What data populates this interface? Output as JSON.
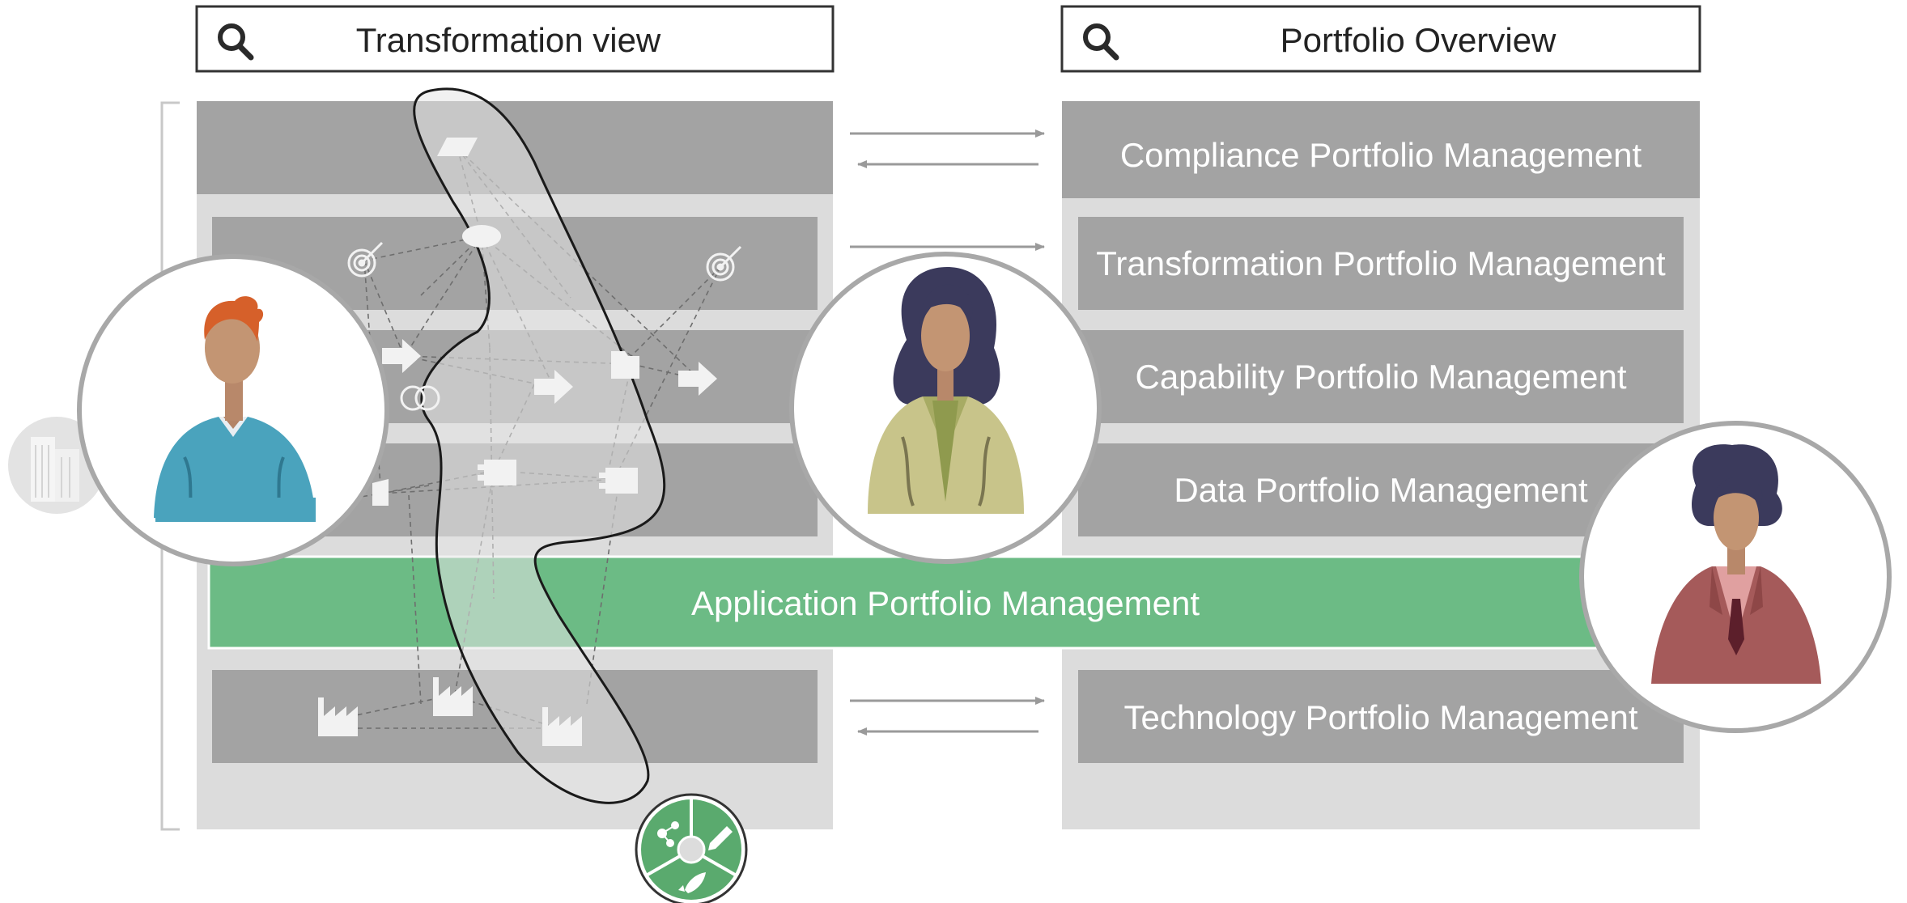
{
  "left_panel": {
    "title": "Transformation view",
    "search_icon": "search-icon"
  },
  "right_panel": {
    "title": "Portfolio Overview",
    "search_icon": "search-icon",
    "layers": [
      "Compliance Portfolio Management",
      "Transformation Portfolio Management",
      "Capability Portfolio Management",
      "Data Portfolio Management",
      "Technology Portfolio Management"
    ]
  },
  "application_band": {
    "label": "Application Portfolio Management"
  },
  "personas": [
    {
      "icon": "man-avatar"
    },
    {
      "icon": "woman-avatar"
    },
    {
      "icon": "woman-in-suit-avatar"
    }
  ],
  "cycle_badge": {
    "icons": [
      "share-nodes-icon",
      "pencil-icon",
      "rocket-icon",
      "globe-icon"
    ]
  },
  "colors": {
    "layer_dark": "#a3a3a3",
    "layer_light": "#dcdcdc",
    "application_green": "#6cbb85",
    "badge_green": "#5aaa6e",
    "frame_gray": "#9a9a9a",
    "text_dark": "#222222",
    "text_light": "#ffffff"
  }
}
